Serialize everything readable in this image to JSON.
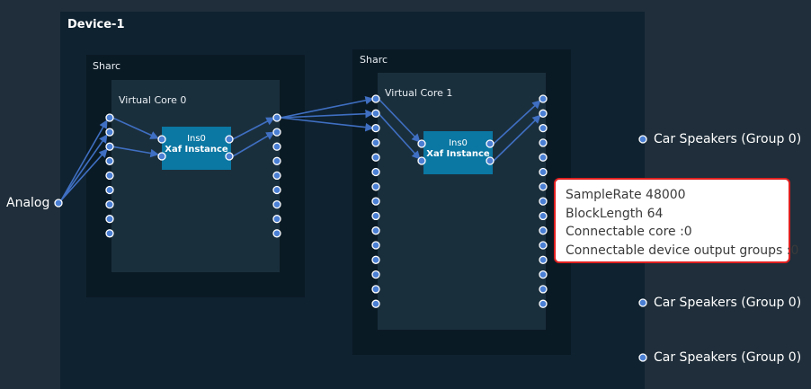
{
  "device": {
    "title": "Device-1"
  },
  "inputs": [
    {
      "label": "Analog"
    }
  ],
  "sharcs": [
    {
      "title": "Sharc",
      "core": {
        "title": "Virtual Core 0",
        "instance": {
          "ins": "Ins0",
          "name": "Xaf Instance"
        }
      }
    },
    {
      "title": "Sharc",
      "core": {
        "title": "Virtual Core 1",
        "instance": {
          "ins": "Ins0",
          "name": "Xaf Instance"
        }
      }
    }
  ],
  "outputs": [
    {
      "label": "Car Speakers (Group 0)"
    },
    {
      "label": "Car Speakers (Group 0)"
    },
    {
      "label": "Car Speakers (Group 0)"
    }
  ],
  "tooltip": {
    "lines": [
      "SampleRate 48000",
      "BlockLength 64",
      "Connectable core :0",
      "Connectable device output groups :0"
    ]
  },
  "colors": {
    "port": "#4a7fd4",
    "wire": "#3f6fc2",
    "instance": "#0b77a3",
    "highlight": "#e02020"
  }
}
